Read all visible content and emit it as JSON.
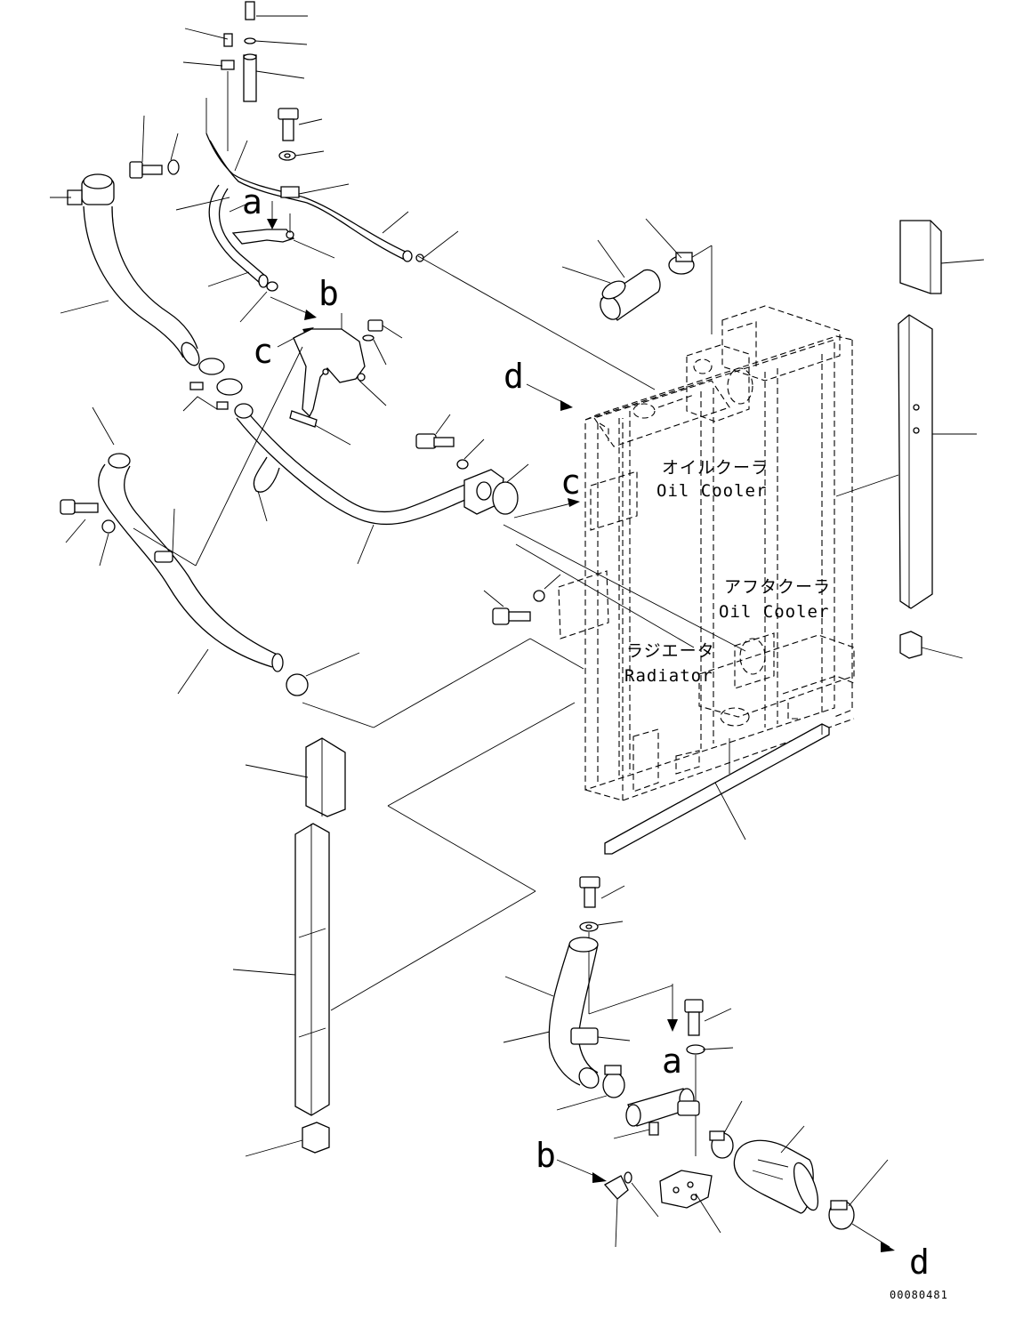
{
  "components": {
    "oil_cooler": {
      "jp": "オイルクーラ",
      "en": "Oil Cooler"
    },
    "aftercooler": {
      "jp": "アフタクーラ",
      "en": "Oil Cooler"
    },
    "radiator": {
      "jp": "ラジエータ",
      "en": "Radiator"
    }
  },
  "reference_letters": {
    "a_top": "a",
    "b_top": "b",
    "c_left": "c",
    "d_top": "d",
    "c_right": "c",
    "a_bottom": "a",
    "b_bottom": "b",
    "d_bottom": "d"
  },
  "drawing_code": "00080481"
}
